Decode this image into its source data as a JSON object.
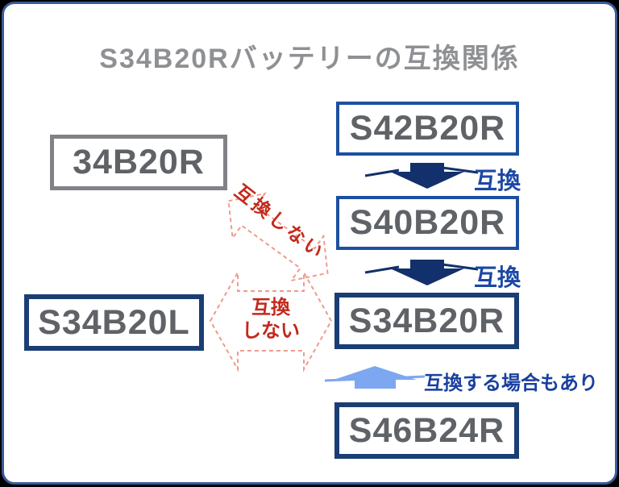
{
  "page": {
    "title": "S34B20Rバッテリーの互換関係"
  },
  "colors": {
    "background": "#000000",
    "card_background": "#ffffff",
    "card_border": "#3a5a9b",
    "title_gray": "#8e9093",
    "box_text_gray": "#5f6367",
    "gray_box_border": "#808285",
    "blue_box_border": "#1d4fa0",
    "navy_box_border": "#1a3e74",
    "solid_arrow_navy": "#12306b",
    "compat_label_blue": "#1c48a6",
    "light_arrow_blue": "#7da7f0",
    "incompatible_red_text": "#c4281b",
    "incompatible_dash_red": "#f19a8c"
  },
  "boxes": {
    "b34": {
      "label": "34B20R"
    },
    "s42": {
      "label": "S42B20R"
    },
    "s40": {
      "label": "S40B20R"
    },
    "s34r": {
      "label": "S34B20R"
    },
    "s34l": {
      "label": "S34B20L"
    },
    "s46": {
      "label": "S46B24R"
    }
  },
  "labels": {
    "compat_1": "互換",
    "compat_2": "互換",
    "sometimes": "互換する場合もあり",
    "not_compatible_diagonal": "互換しない",
    "not_compatible_line1": "互換",
    "not_compatible_line2": "しない"
  },
  "relations": [
    {
      "from": "S42B20R",
      "to": "S40B20R",
      "type": "compatible",
      "label": "互換"
    },
    {
      "from": "S40B20R",
      "to": "S34B20R",
      "type": "compatible",
      "label": "互換"
    },
    {
      "from": "S46B24R",
      "to": "S34B20R",
      "type": "sometimes-compatible",
      "label": "互換する場合もあり"
    },
    {
      "from": "34B20R",
      "to": "S40B20R",
      "type": "not-compatible",
      "label": "互換しない"
    },
    {
      "from": "S34B20L",
      "to": "S34B20R",
      "type": "not-compatible",
      "label": "互換しない"
    }
  ]
}
